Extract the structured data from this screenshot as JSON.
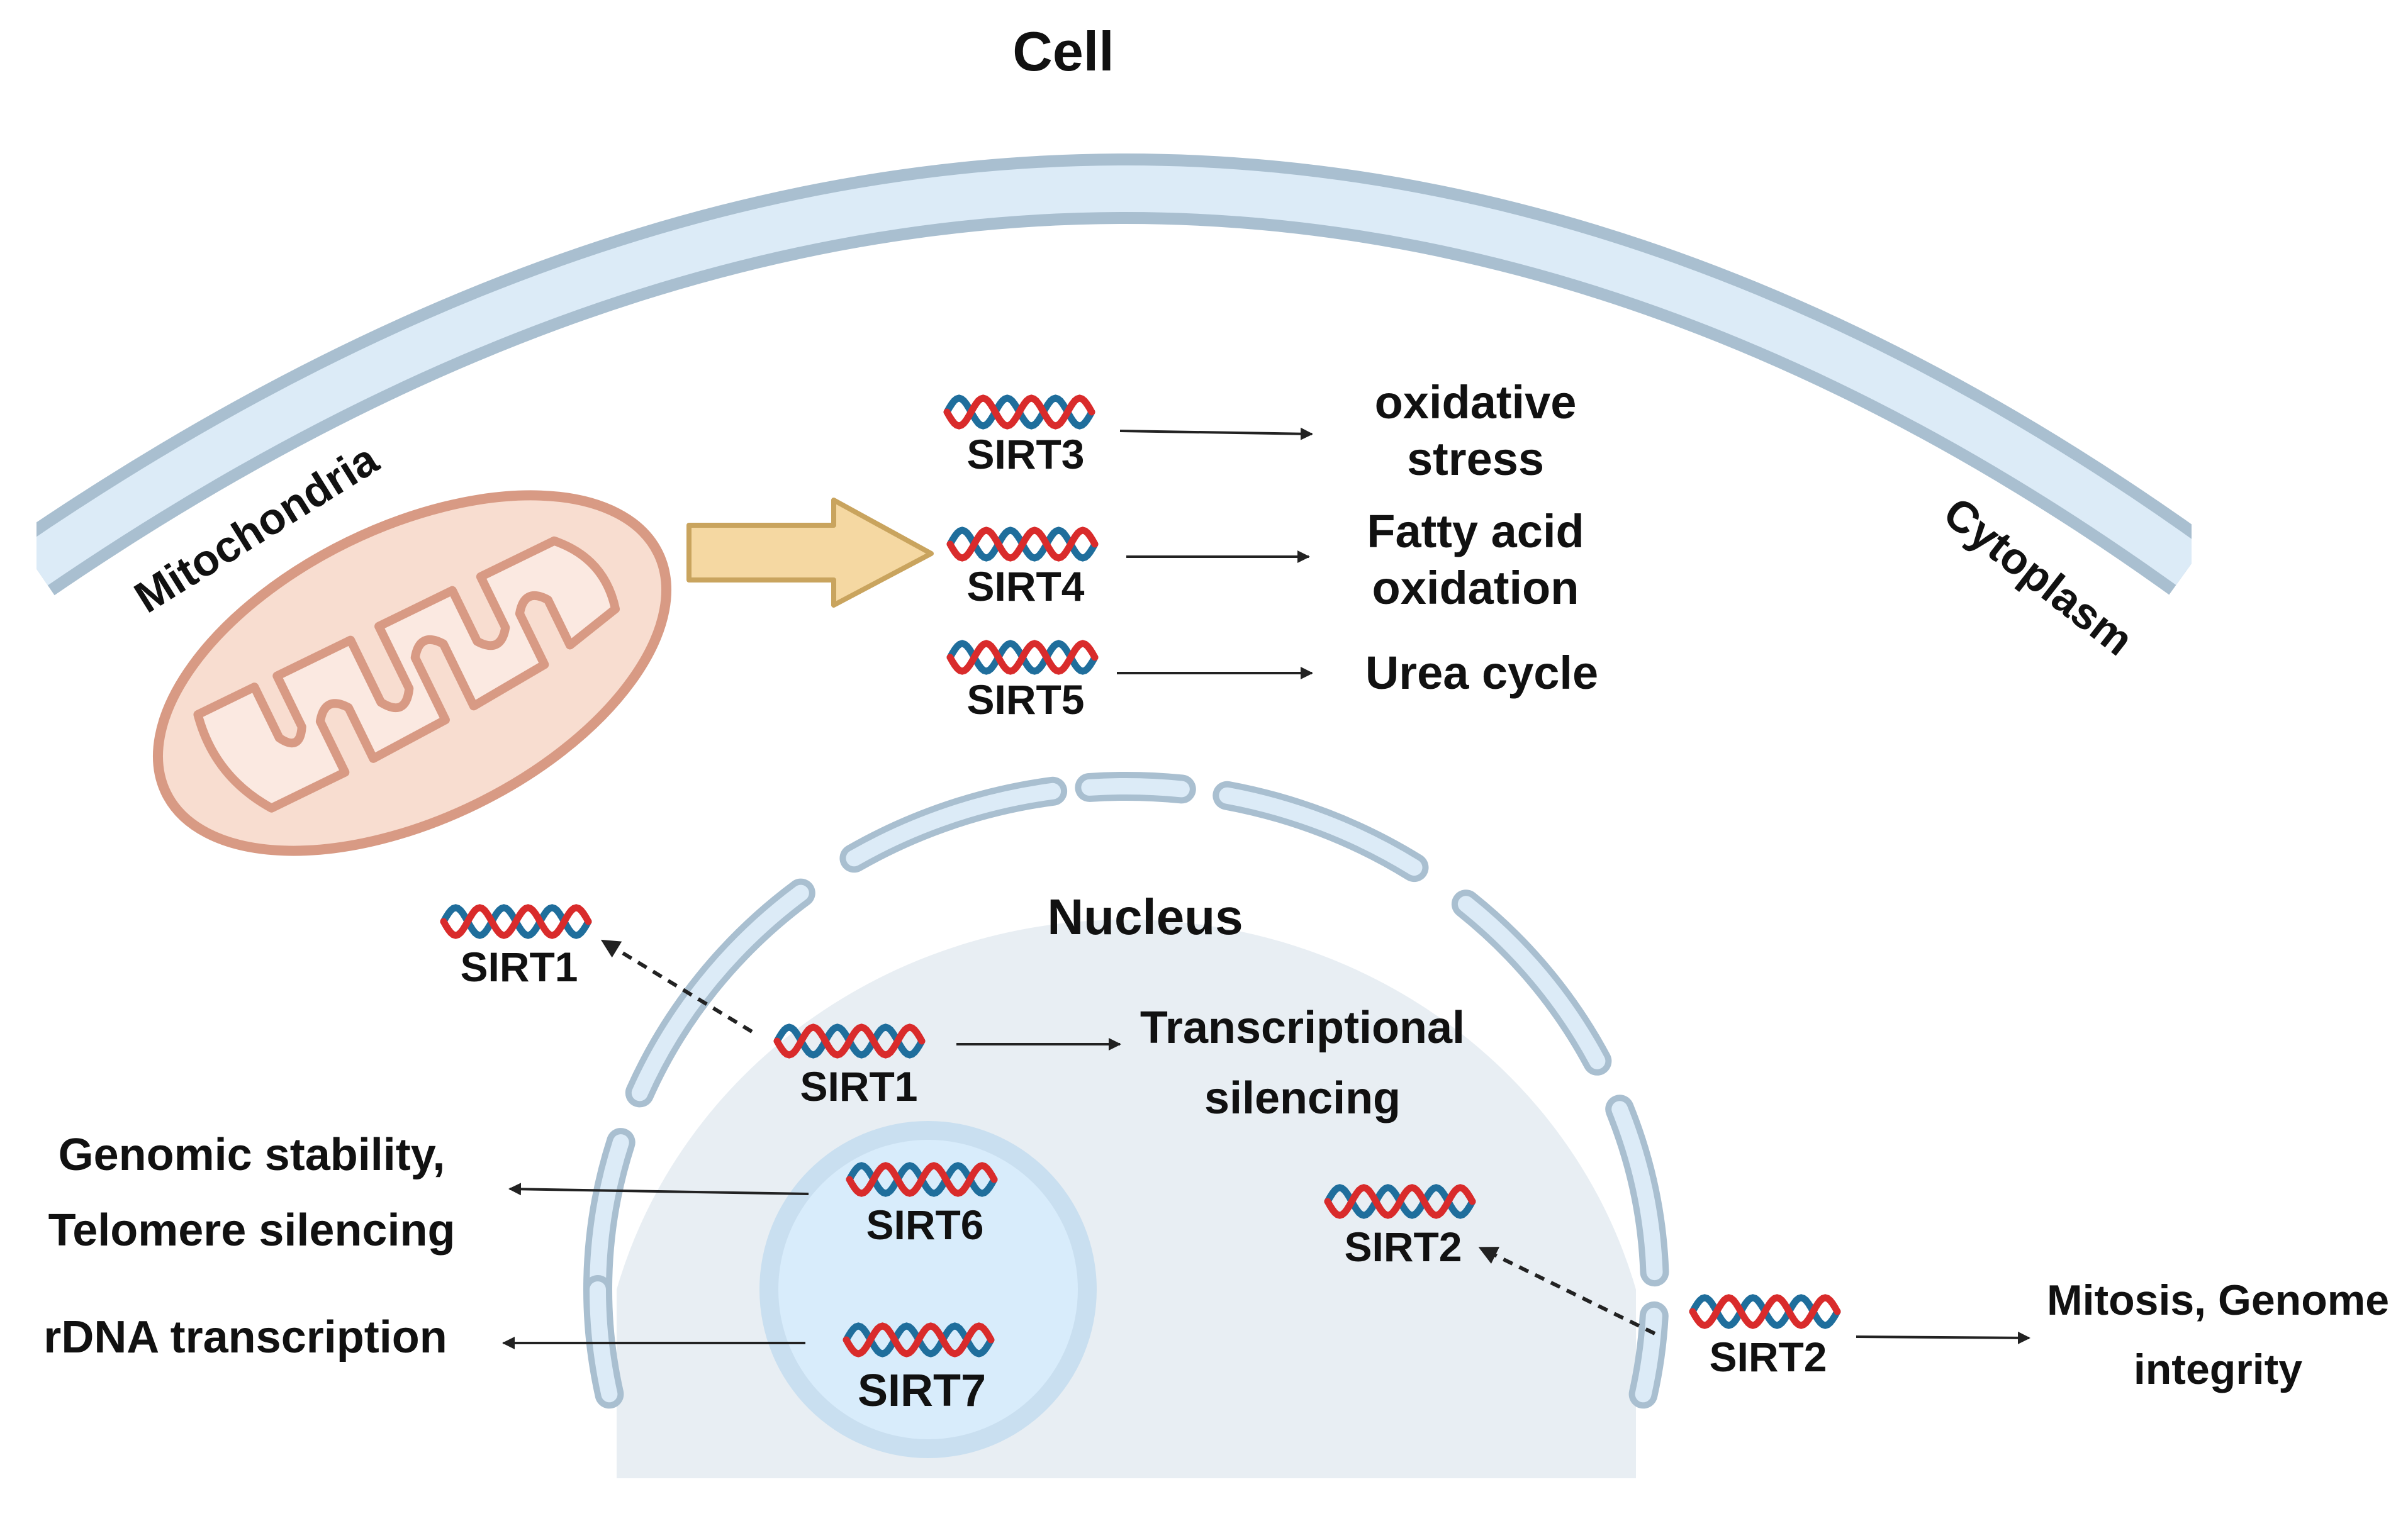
{
  "title": "Cell",
  "compartments": {
    "mitochondria": "Mitochondria",
    "cytoplasm": "Cytoplasm",
    "nucleus": "Nucleus"
  },
  "mito_group": [
    {
      "id": "sirt3",
      "label": "SIRT3",
      "function": [
        "oxidative",
        "stress"
      ]
    },
    {
      "id": "sirt4",
      "label": "SIRT4",
      "function": [
        "Fatty acid",
        "oxidation"
      ]
    },
    {
      "id": "sirt5",
      "label": "SIRT5",
      "function": [
        "Urea cycle"
      ]
    }
  ],
  "nuclear": {
    "sirt1": {
      "label": "SIRT1",
      "function": [
        "Transcriptional",
        "silencing"
      ]
    },
    "sirt1_shuttle": {
      "label": "SIRT1"
    },
    "sirt6": {
      "label": "SIRT6",
      "function": [
        "Genomic stability,",
        "Telomere silencing"
      ]
    },
    "sirt7": {
      "label": "SIRT7",
      "function": [
        "rDNA transcription"
      ]
    },
    "sirt2_nuclear": {
      "label": "SIRT2"
    }
  },
  "cytoplasmic": {
    "sirt2": {
      "label": "SIRT2",
      "function": [
        "Mitosis, Genome",
        "integrity"
      ]
    }
  },
  "colors": {
    "membrane_outer": "#a9bfd0",
    "membrane_inner": "#dcebf7",
    "nucleus_fill": "#e8eef3",
    "nucleolus_fill": "#d8ecfb",
    "mito_fill": "#f8ddd0",
    "mito_stroke": "#d89a84",
    "big_arrow_fill": "#f5d8a2",
    "big_arrow_stroke": "#c9a45e",
    "dna_red": "#d92b2b",
    "dna_blue": "#1f6e9c",
    "arrow": "#222222"
  }
}
